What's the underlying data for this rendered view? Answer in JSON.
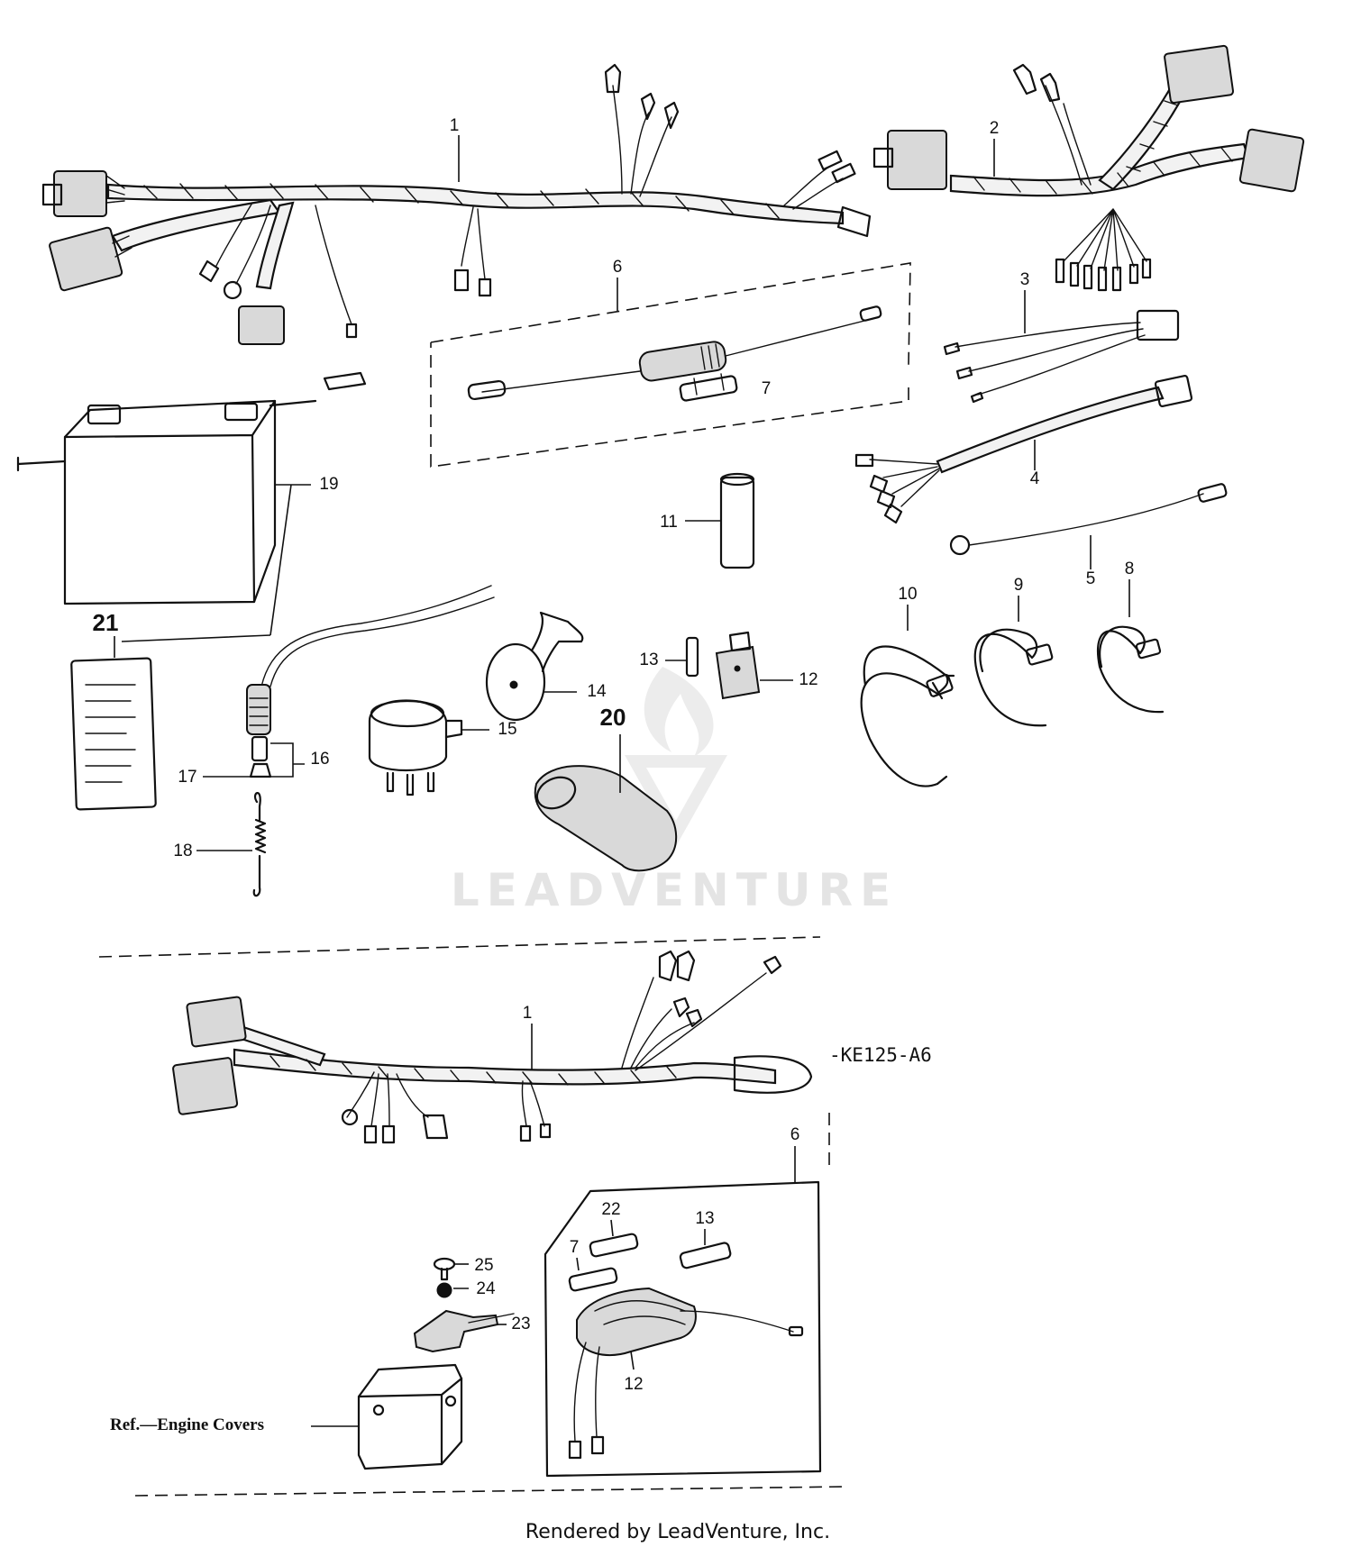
{
  "diagram": {
    "labels": {
      "l1_top": "1",
      "l2": "2",
      "l3": "3",
      "l4": "4",
      "l5": "5",
      "l6_top": "6",
      "l7_top": "7",
      "l8": "8",
      "l9": "9",
      "l10": "10",
      "l11": "11",
      "l12_top": "12",
      "l13_top": "13",
      "l14": "14",
      "l15": "15",
      "l16": "16",
      "l17": "17",
      "l18": "18",
      "l19": "19",
      "l20": "20",
      "l21": "21",
      "l1_bottom": "1",
      "l6_bottom": "6",
      "l7_bottom": "7",
      "l22": "22",
      "l13_bottom": "13",
      "l25": "25",
      "l24": "24",
      "l23": "23",
      "l12_bottom": "12"
    },
    "diagram_code": "-KE125-A6",
    "reference_note": "Ref.—Engine Covers",
    "watermark": "LEADVENTURE",
    "footer": "Rendered by LeadVenture, Inc."
  }
}
